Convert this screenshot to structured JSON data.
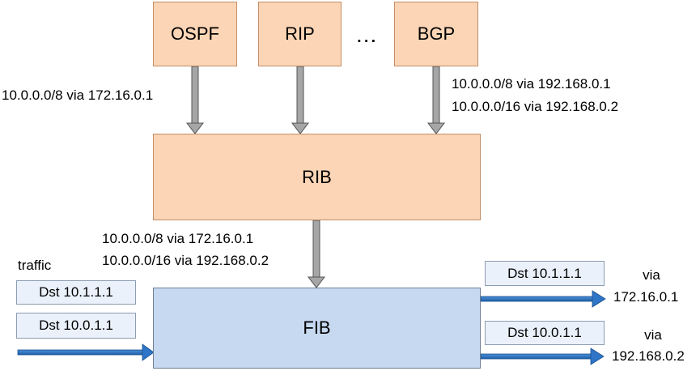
{
  "protocols": [
    {
      "label": "OSPF"
    },
    {
      "label": "RIP"
    },
    {
      "label": "BGP"
    }
  ],
  "ellipsis": "...",
  "ospf_route": "10.0.0.0/8 via 172.16.0.1",
  "bgp_routes": [
    "10.0.0.0/8 via 192.168.0.1",
    "10.0.0.0/16 via 192.168.0.2"
  ],
  "rib": {
    "label": "RIB"
  },
  "rib_routes": [
    "10.0.0.0/8 via 172.16.0.1",
    "10.0.0.0/16 via 192.168.0.2"
  ],
  "fib": {
    "label": "FIB"
  },
  "traffic_label": "traffic",
  "incoming_packets": [
    "Dst 10.1.1.1",
    "Dst 10.0.1.1"
  ],
  "outgoing": [
    {
      "packet": "Dst 10.1.1.1",
      "via_label": "via",
      "next_hop": "172.16.0.1"
    },
    {
      "packet": "Dst 10.0.1.1",
      "via_label": "via",
      "next_hop": "192.168.0.2"
    }
  ],
  "colors": {
    "protocol_fill": "#fbd5b5",
    "fib_fill": "#c6d9f1",
    "gray_arrow": "#a6a6a6",
    "blue_arrow": "#2e75c8"
  }
}
